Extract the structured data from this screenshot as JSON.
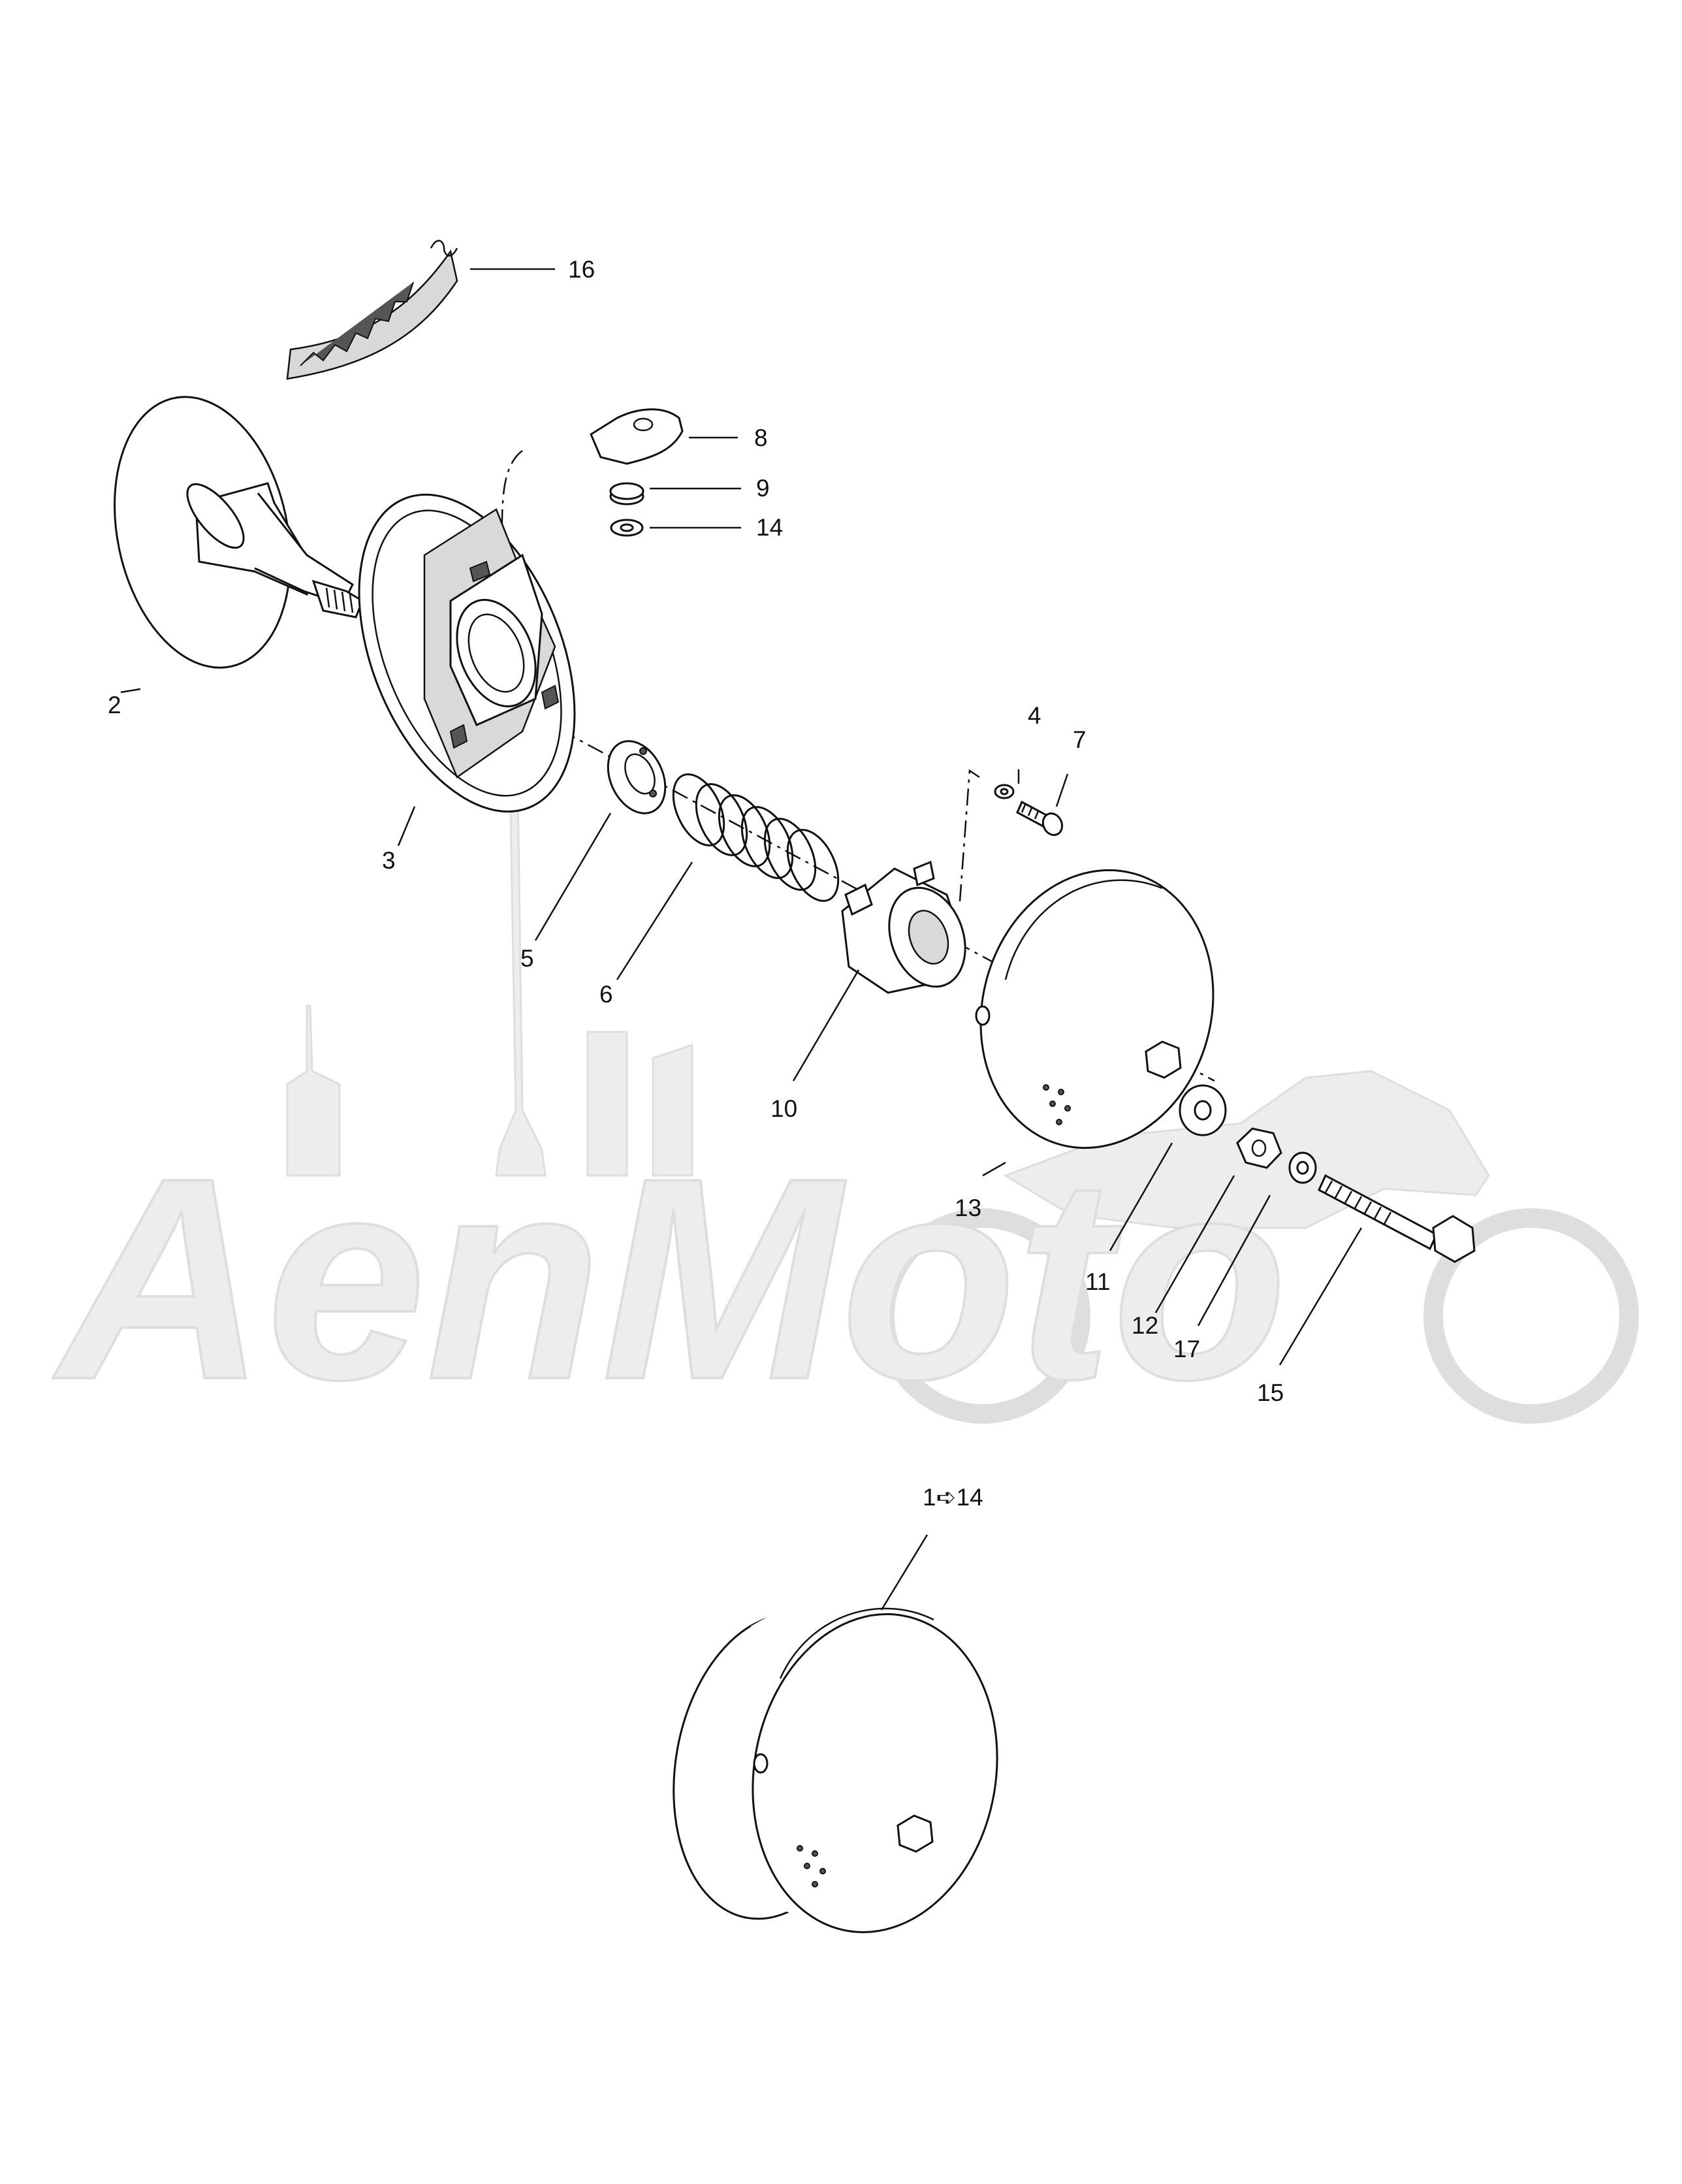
{
  "watermark": {
    "logo_text": "AenMoto"
  },
  "callouts": [
    {
      "id": "c16",
      "label": "16"
    },
    {
      "id": "c8",
      "label": "8"
    },
    {
      "id": "c9",
      "label": "9"
    },
    {
      "id": "c14",
      "label": "14"
    },
    {
      "id": "c2",
      "label": "2"
    },
    {
      "id": "c3",
      "label": "3"
    },
    {
      "id": "c4",
      "label": "4"
    },
    {
      "id": "c7",
      "label": "7"
    },
    {
      "id": "c5",
      "label": "5"
    },
    {
      "id": "c6",
      "label": "6"
    },
    {
      "id": "c10",
      "label": "10"
    },
    {
      "id": "c13",
      "label": "13"
    },
    {
      "id": "c11",
      "label": "11"
    },
    {
      "id": "c12",
      "label": "12"
    },
    {
      "id": "c17",
      "label": "17"
    },
    {
      "id": "c15",
      "label": "15"
    },
    {
      "id": "c1to14",
      "label": "1➪14"
    }
  ]
}
